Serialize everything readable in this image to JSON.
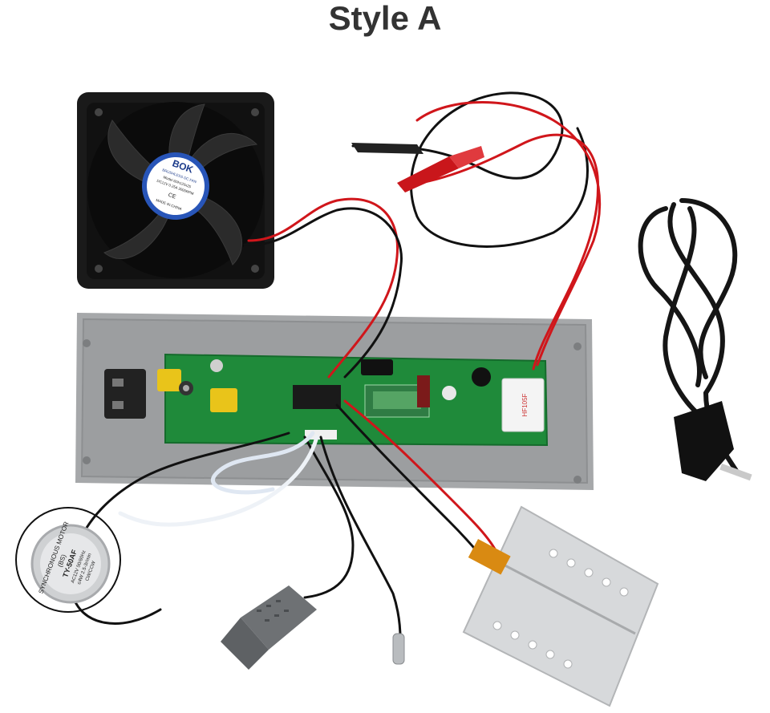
{
  "title": "Style A",
  "fan_label": {
    "brand": "BOK",
    "line1": "BRUSHLESS DC FAN",
    "model": "Model 6Dh120x25",
    "rating": "DC12V 0.25A 3000RPM",
    "origin": "MADE IN CHINA",
    "mark": "CE"
  },
  "motor_label": {
    "line1": "SYNCHRONOUS MOTOR",
    "line2": "(BS)",
    "line3": "TY-50AF",
    "line4": "AC12V 50/60Hz",
    "line5": "≤4W 2.5-3r/min",
    "line6": "CW/CCW"
  },
  "relay_label": "HF105F",
  "colors": {
    "background": "#ffffff",
    "title": "#333333",
    "board_green": "#1f8a3a",
    "tray_gray": "#a4a6a8",
    "wire_red": "#d0161b",
    "wire_black": "#111111",
    "heater_aluminum": "#d7d9db"
  }
}
